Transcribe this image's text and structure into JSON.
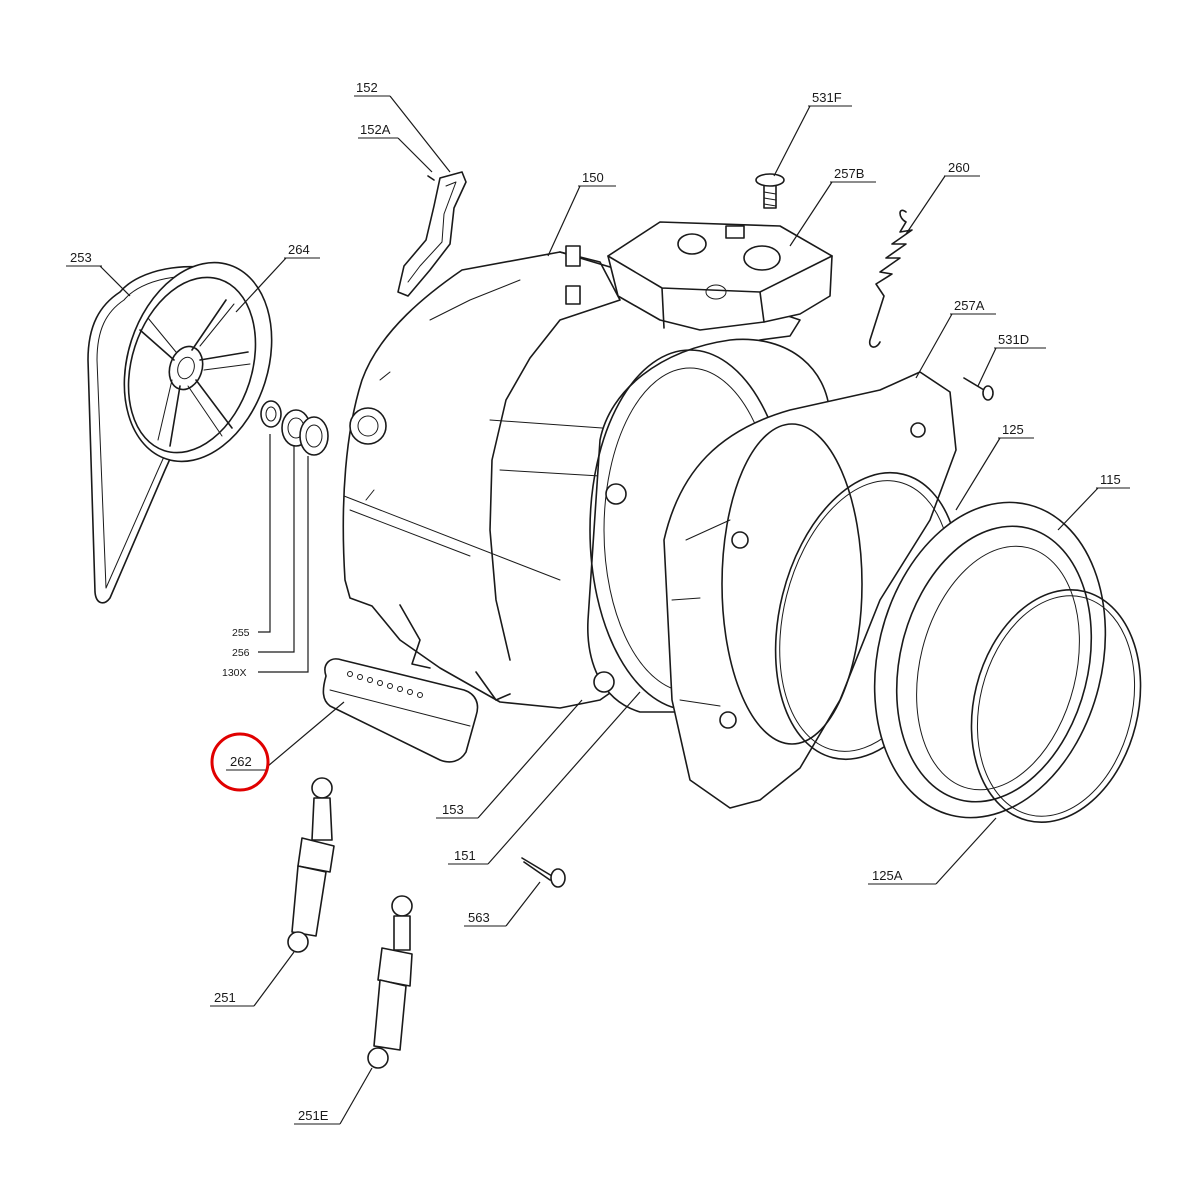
{
  "highlight_color": "#e00000",
  "labels": {
    "l152": "152",
    "l152A": "152A",
    "l150": "150",
    "l531F": "531F",
    "l257B": "257B",
    "l260": "260",
    "l253": "253",
    "l264": "264",
    "l257A": "257A",
    "l531D": "531D",
    "l125": "125",
    "l115": "115",
    "l255": "255",
    "l256": "256",
    "l130X": "130X",
    "l262": "262",
    "l153": "153",
    "l151": "151",
    "l125A": "125A",
    "l563": "563",
    "l251": "251",
    "l251E": "251E"
  }
}
